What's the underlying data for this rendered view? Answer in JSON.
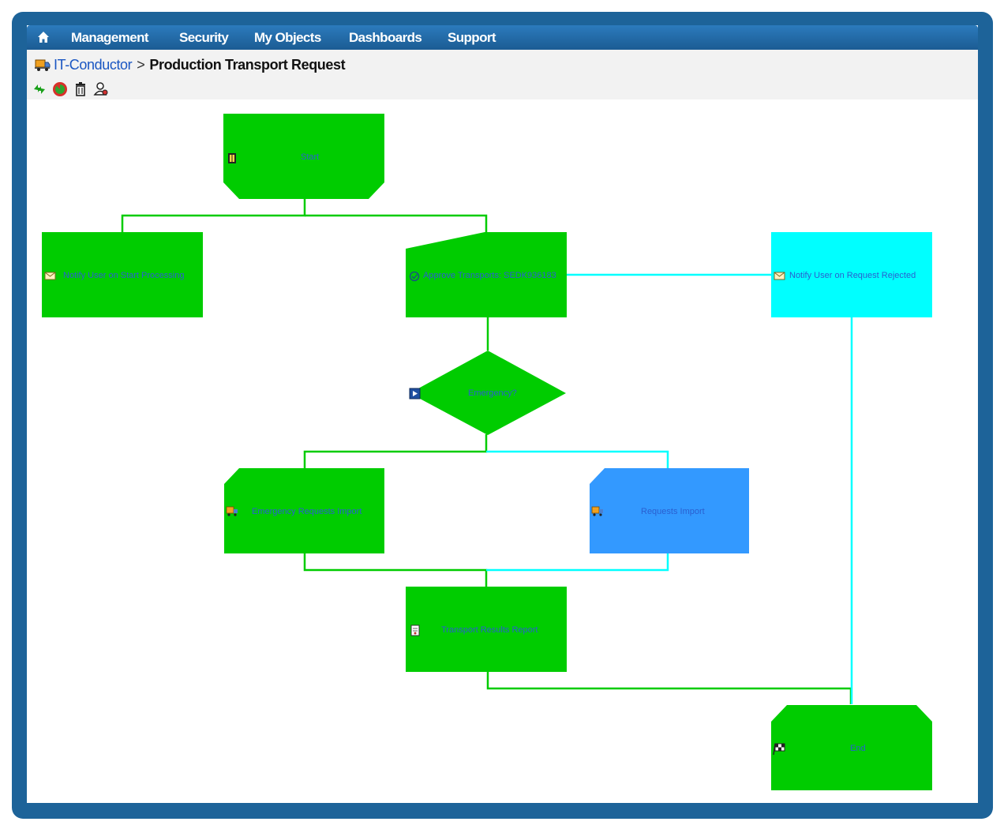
{
  "nav": {
    "items": [
      "Management",
      "Security",
      "My Objects",
      "Dashboards",
      "Support"
    ]
  },
  "breadcrumb": {
    "link": "IT-Conductor",
    "separator": ">",
    "title": "Production Transport Request"
  },
  "toolbar": {
    "icons": [
      "refresh-icon",
      "restart-icon",
      "delete-icon",
      "user-settings-icon"
    ]
  },
  "workflow": {
    "nodes": {
      "start": "Start",
      "notify_start": "Notify User on Start Processing",
      "approve": "Approve Transports: SEDK936183",
      "notify_rejected": "Notify User on Request Rejected",
      "emergency": "Emergency?",
      "emergency_import": "Emergency Requests Import",
      "requests_import": "Requests Import",
      "report": "Transport Results Report",
      "end": "End"
    },
    "colors": {
      "green": "#00cc00",
      "cyan": "#00ffff",
      "blue": "#3399ff",
      "label": "#2a5fd0",
      "frame": "#1d6399"
    }
  }
}
